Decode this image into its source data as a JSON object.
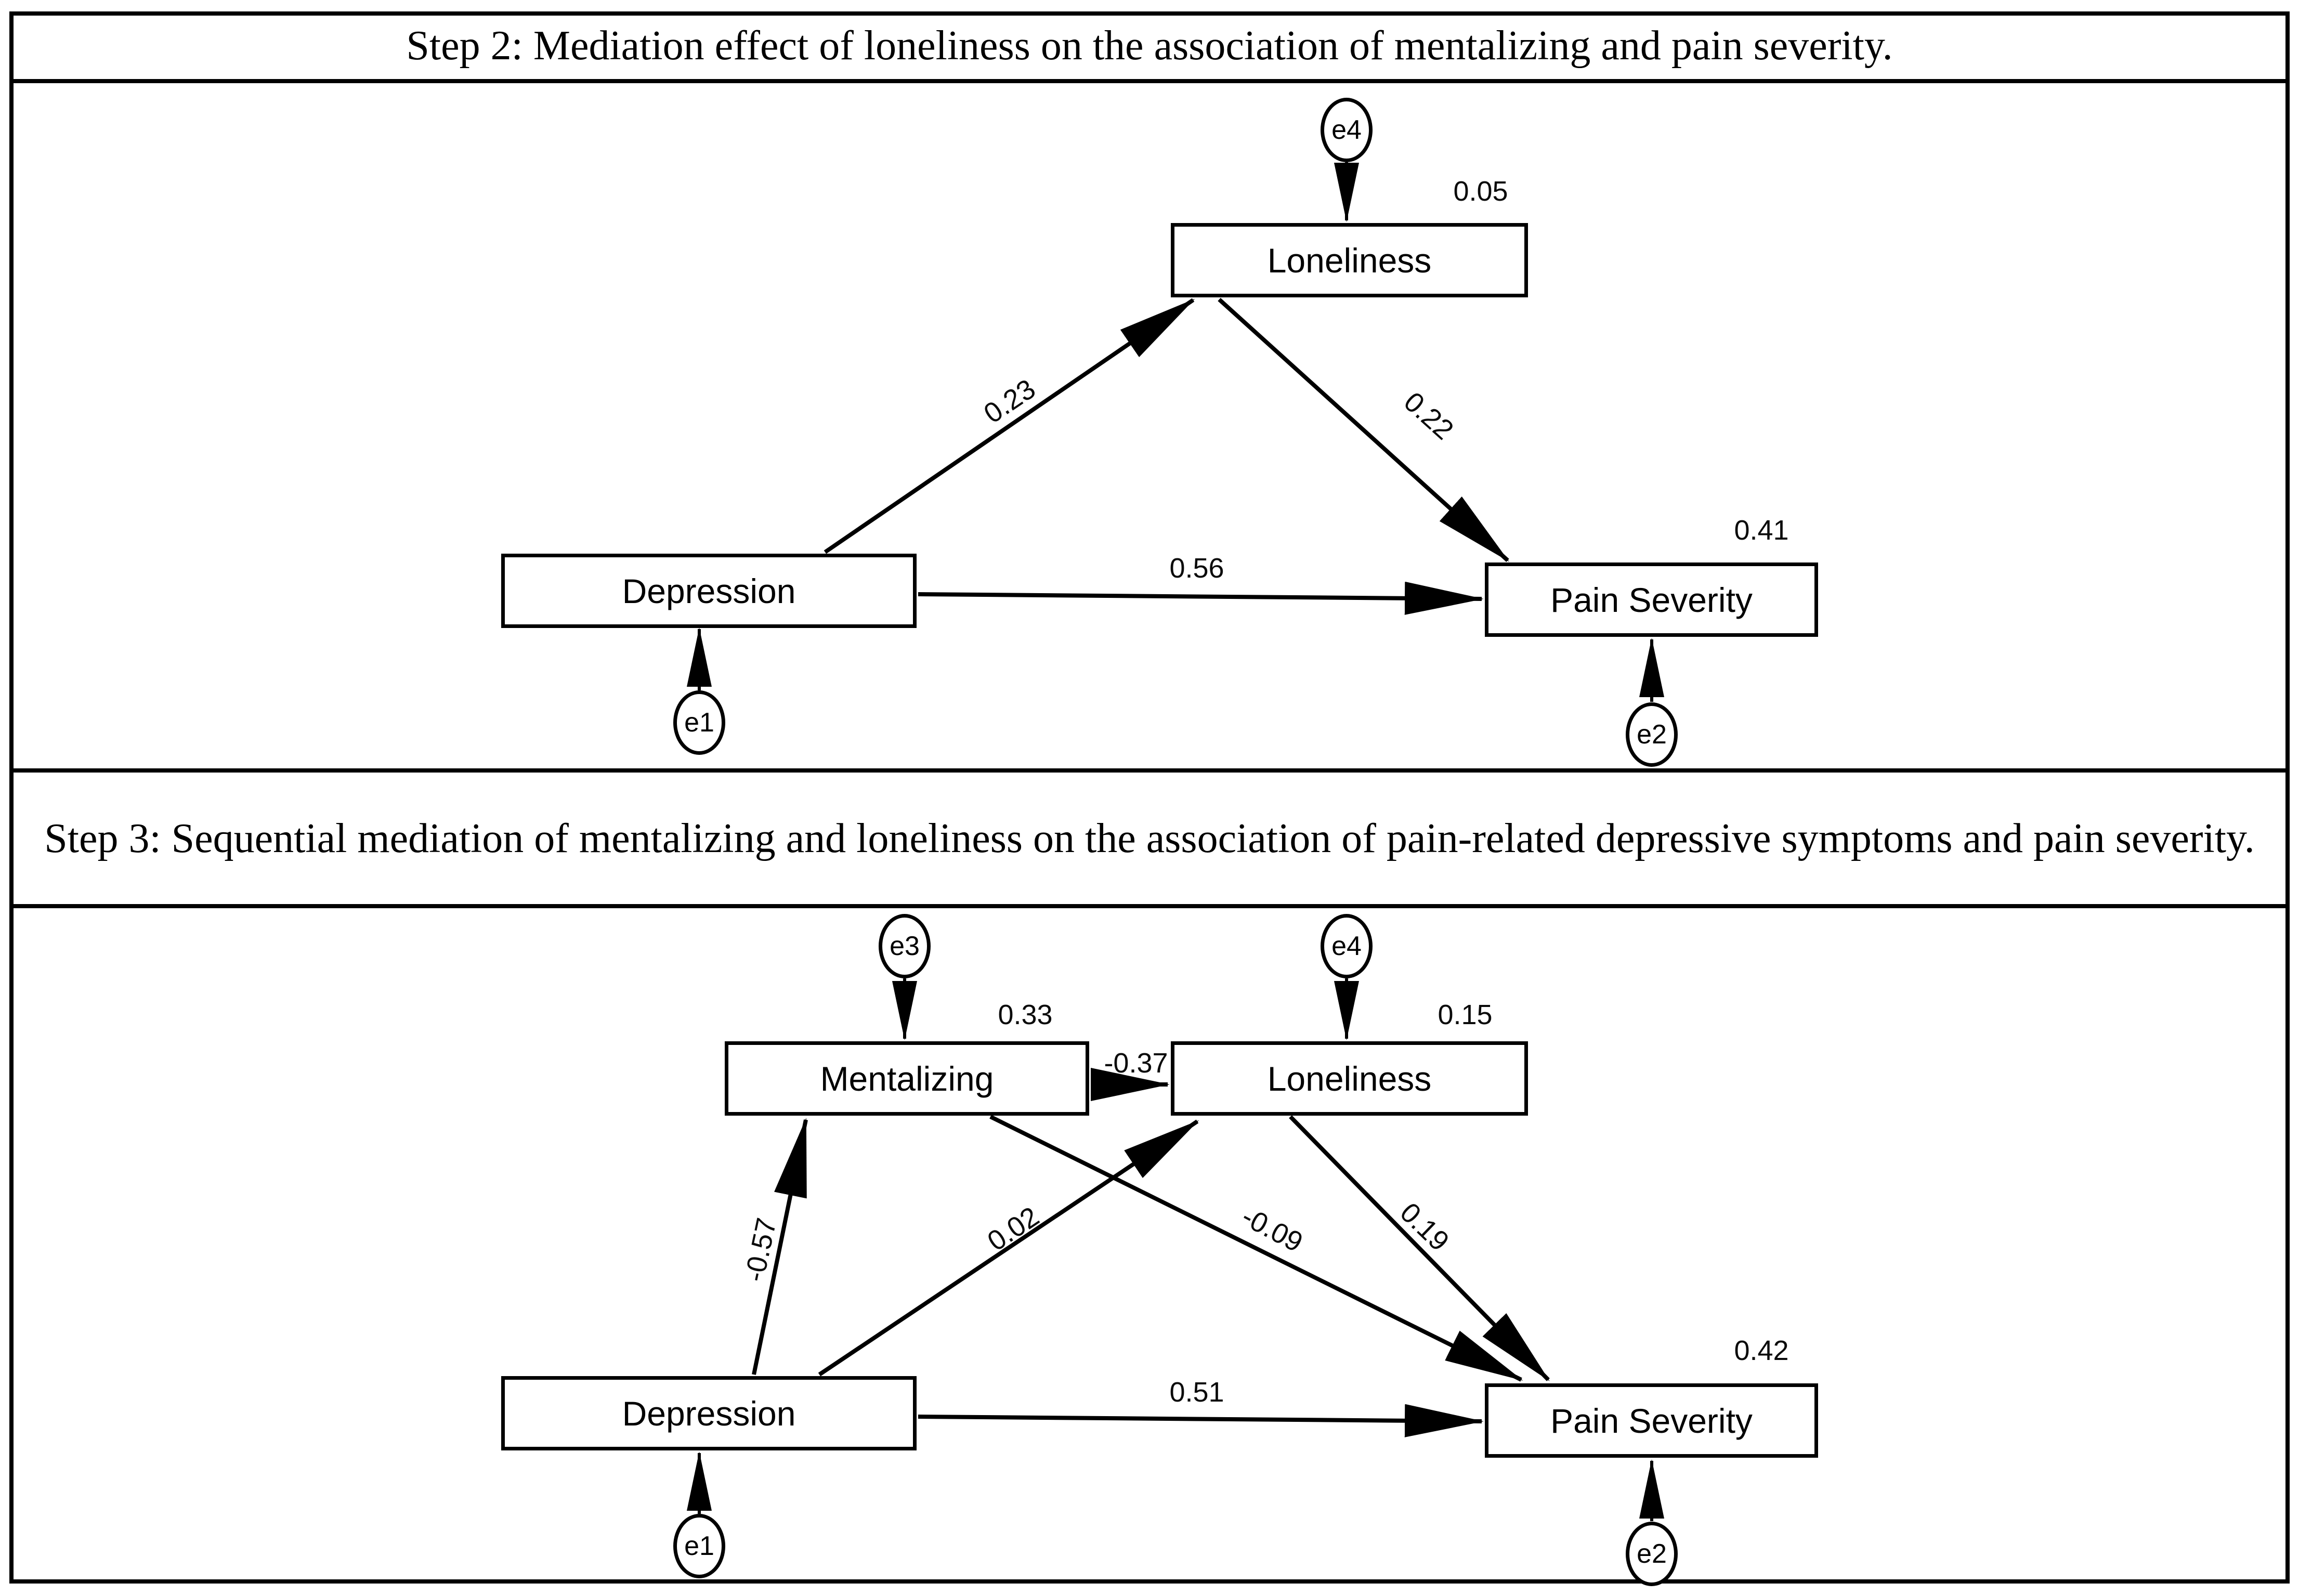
{
  "step2": {
    "title": "Step 2: Mediation effect of loneliness on the association of mentalizing and pain severity.",
    "boxes": {
      "loneliness": "Loneliness",
      "depression": "Depression",
      "pain_severity": "Pain Severity"
    },
    "error_terms": {
      "e1": "e1",
      "e2": "e2",
      "e4": "e4"
    },
    "coefficients": {
      "loneliness_r2": "0.05",
      "pain_r2": "0.41",
      "depression_to_loneliness": "0.23",
      "loneliness_to_pain": "0.22",
      "depression_to_pain": "0.56"
    }
  },
  "step3": {
    "title": "Step 3: Sequential mediation of mentalizing and loneliness on the association of pain-related depressive symptoms and pain severity.",
    "boxes": {
      "mentalizing": "Mentalizing",
      "loneliness": "Loneliness",
      "depression": "Depression",
      "pain_severity": "Pain Severity"
    },
    "error_terms": {
      "e1": "e1",
      "e2": "e2",
      "e3": "e3",
      "e4": "e4"
    },
    "coefficients": {
      "mentalizing_r2": "0.33",
      "loneliness_r2": "0.15",
      "pain_r2": "0.42",
      "depression_to_mentalizing": "-0.57",
      "mentalizing_to_loneliness": "-0.37",
      "depression_to_loneliness": "0.02",
      "mentalizing_to_pain": "-0.09",
      "loneliness_to_pain": "0.19",
      "depression_to_pain": "0.51"
    }
  },
  "colors": {
    "ink": "#000000",
    "paper": "#ffffff"
  }
}
